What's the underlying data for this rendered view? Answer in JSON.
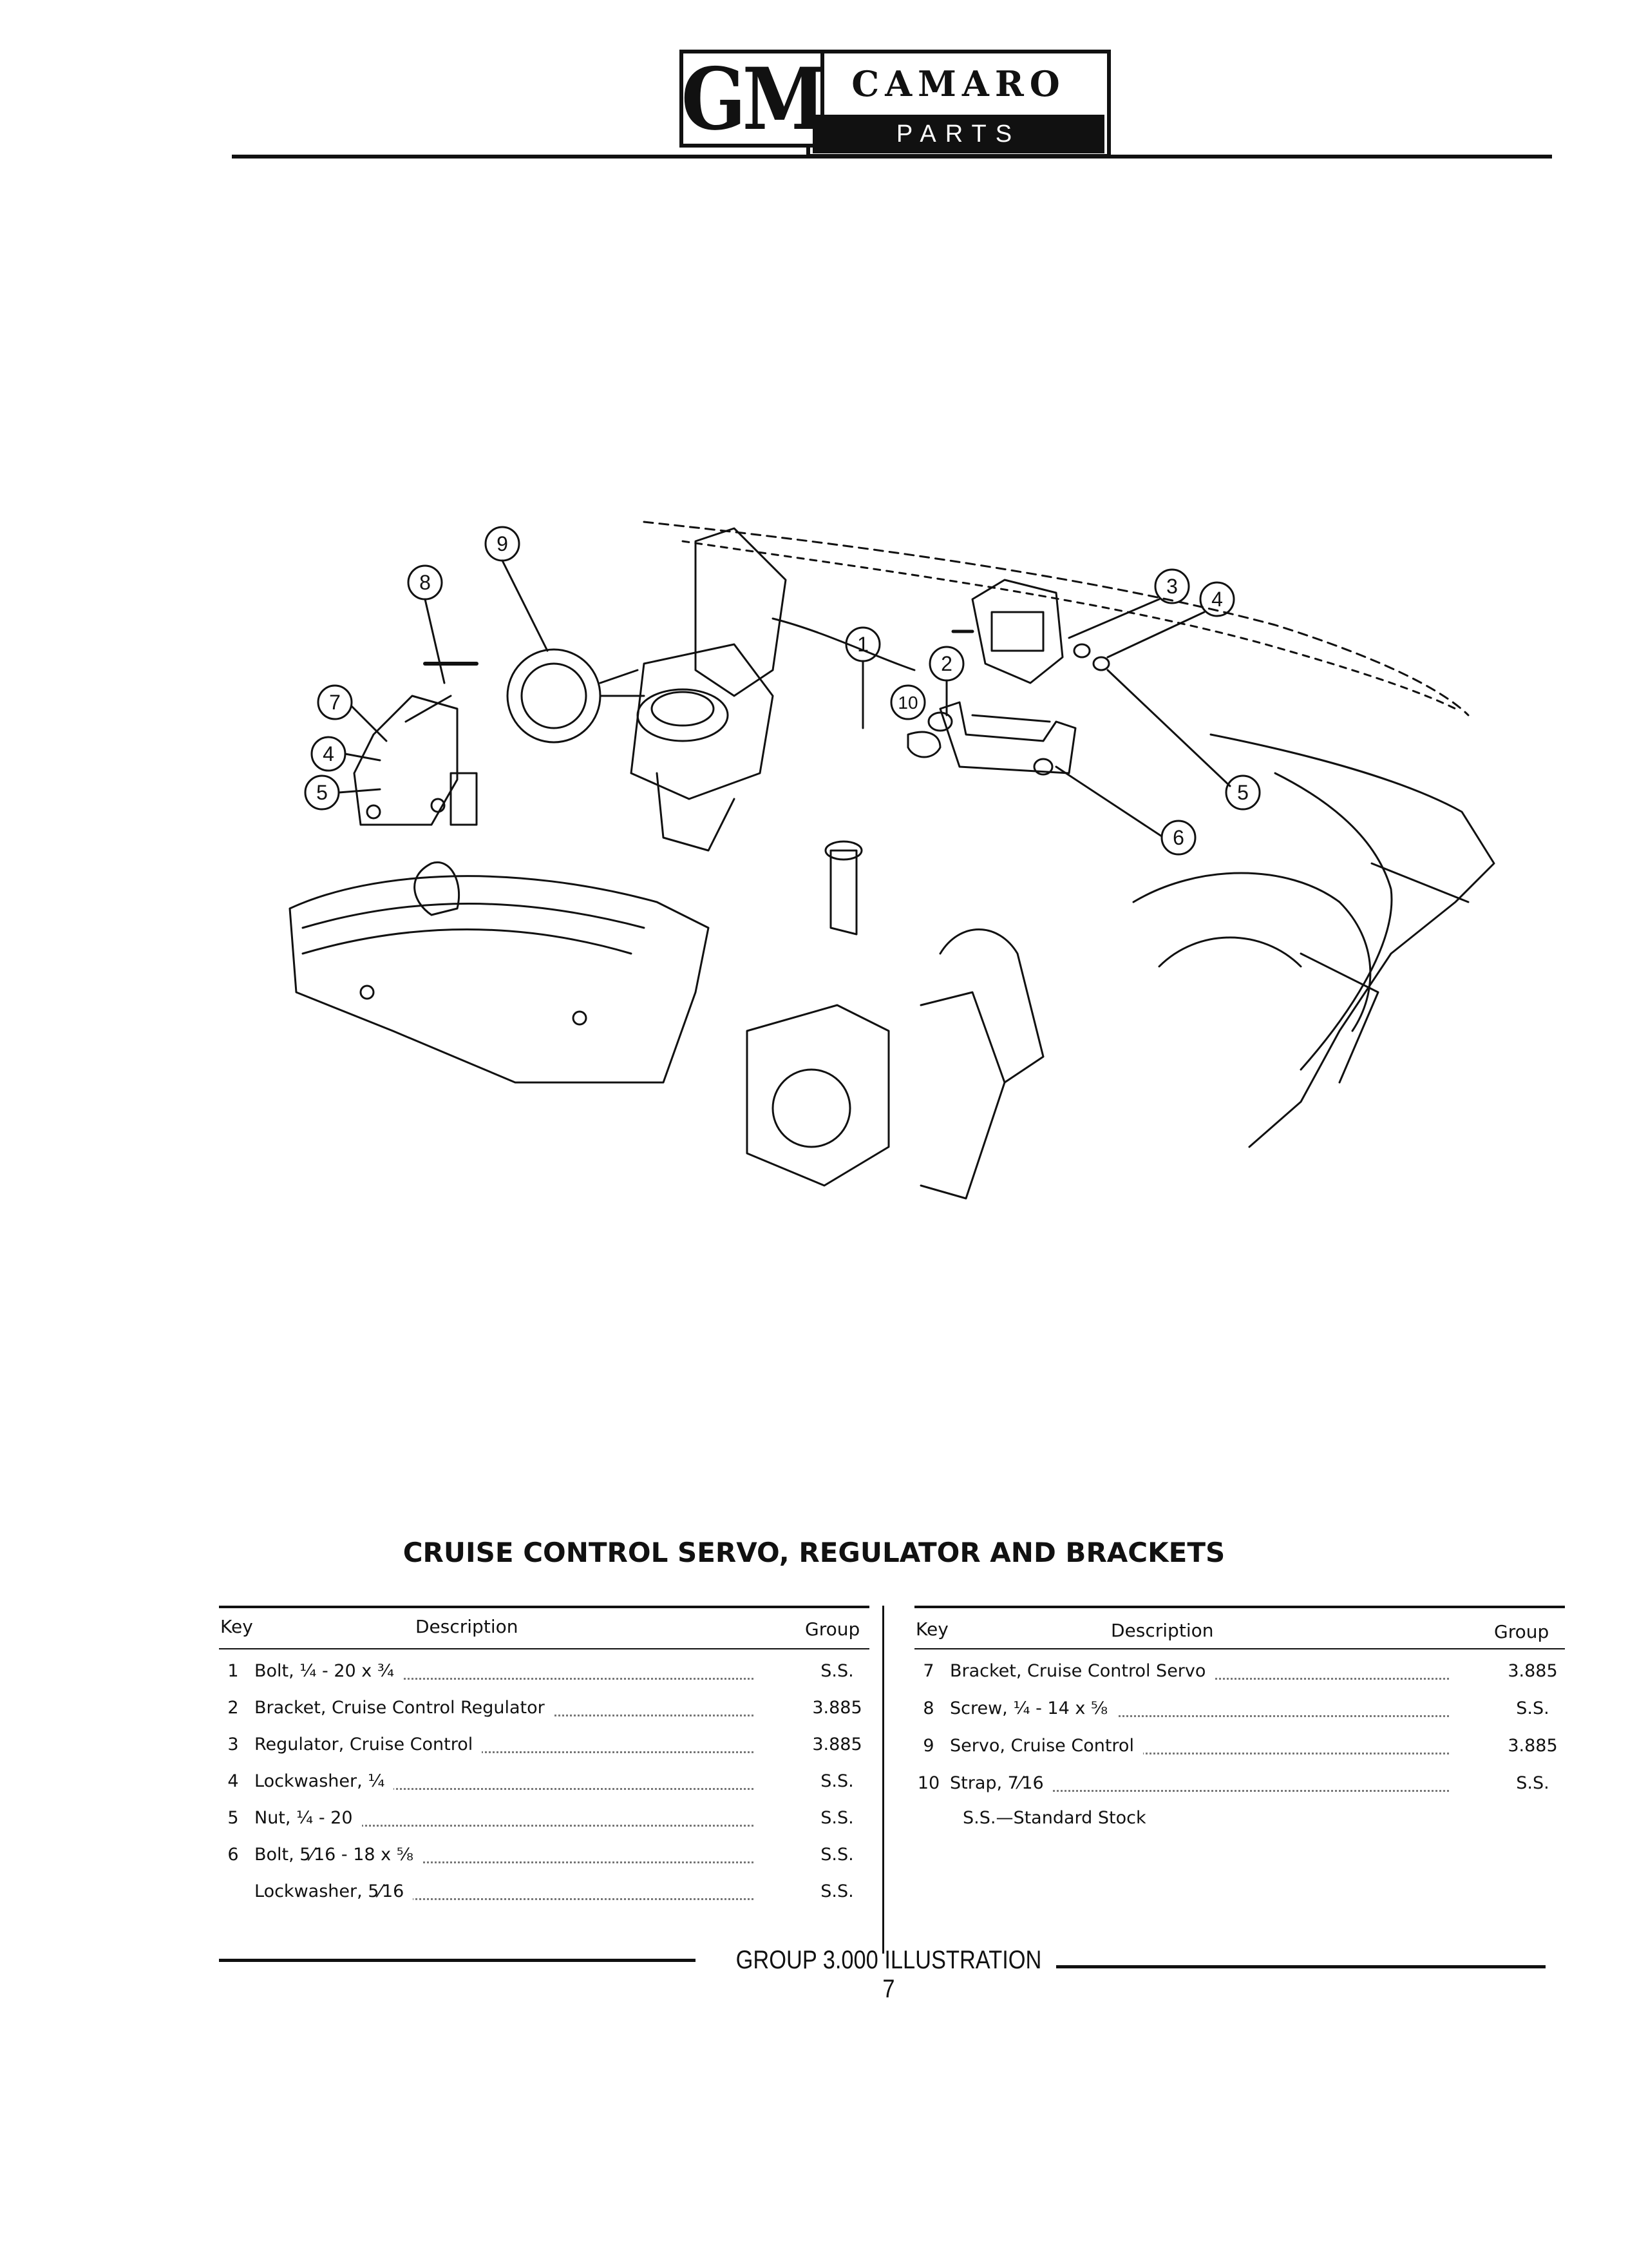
{
  "header": {
    "logo_text": "GM",
    "title": "CAMARO",
    "subtitle": "PARTS CATALOGUE"
  },
  "illustration": {
    "callouts": [
      "1",
      "2",
      "3",
      "4",
      "5",
      "6",
      "7",
      "8",
      "9",
      "10",
      "4",
      "5"
    ]
  },
  "caption": "CRUISE CONTROL SERVO, REGULATOR AND BRACKETS",
  "table_left": {
    "headers": {
      "key": "Key",
      "description": "Description",
      "group": "Group"
    },
    "rows": [
      {
        "key": "1",
        "description": "Bolt, ¼ - 20 x ¾",
        "group": "S.S."
      },
      {
        "key": "2",
        "description": "Bracket, Cruise Control Regulator",
        "group": "3.885"
      },
      {
        "key": "3",
        "description": "Regulator, Cruise Control",
        "group": "3.885"
      },
      {
        "key": "4",
        "description": "Lockwasher, ¼",
        "group": "S.S."
      },
      {
        "key": "5",
        "description": "Nut, ¼ - 20",
        "group": "S.S."
      },
      {
        "key": "6",
        "description": "Bolt, 5⁄16 - 18 x ⅝",
        "group": "S.S."
      },
      {
        "key": "",
        "description": "Lockwasher, 5⁄16",
        "group": "S.S."
      }
    ]
  },
  "table_right": {
    "headers": {
      "key": "Key",
      "description": "Description",
      "group": "Group"
    },
    "rows": [
      {
        "key": "7",
        "description": "Bracket, Cruise Control Servo",
        "group": "3.885"
      },
      {
        "key": "8",
        "description": "Screw, ¼ - 14 x ⅝",
        "group": "S.S."
      },
      {
        "key": "9",
        "description": "Servo, Cruise Control",
        "group": "3.885"
      },
      {
        "key": "10",
        "description": "Strap, 7⁄16",
        "group": "S.S."
      }
    ],
    "note": "S.S.—Standard Stock"
  },
  "footer": "GROUP 3.000 ILLUSTRATION 7"
}
